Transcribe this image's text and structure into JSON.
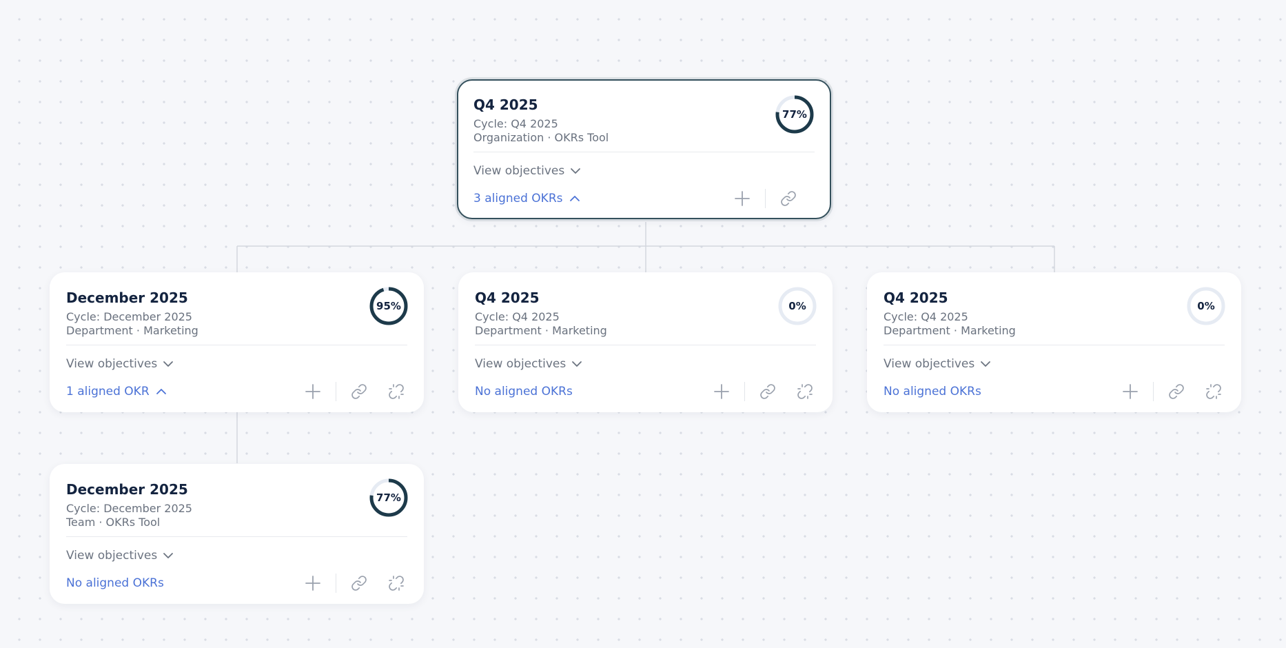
{
  "cards": [
    {
      "id": "root",
      "title": "Q4 2025",
      "cycle": "Cycle: Q4 2025",
      "scope": "Organization · OKRs Tool",
      "progress_label": "77%",
      "progress": 0.77,
      "view_objectives": "View objectives",
      "aligned": "3 aligned OKRs",
      "aligned_expanded": true,
      "actions": [
        "plus-icon",
        "link-icon"
      ]
    },
    {
      "id": "dept-dec",
      "title": "December 2025",
      "cycle": "Cycle: December 2025",
      "scope": "Department · Marketing",
      "progress_label": "95%",
      "progress": 0.95,
      "view_objectives": "View objectives",
      "aligned": "1 aligned OKR",
      "aligned_expanded": true,
      "actions": [
        "plus-icon",
        "link-icon",
        "unlink-icon"
      ]
    },
    {
      "id": "dept-q4-a",
      "title": "Q4 2025",
      "cycle": "Cycle: Q4 2025",
      "scope": "Department · Marketing",
      "progress_label": "0%",
      "progress": 0,
      "view_objectives": "View objectives",
      "aligned": "No aligned OKRs",
      "aligned_expanded": false,
      "actions": [
        "plus-icon",
        "link-icon",
        "unlink-icon"
      ]
    },
    {
      "id": "dept-q4-b",
      "title": "Q4 2025",
      "cycle": "Cycle: Q4 2025",
      "scope": "Department · Marketing",
      "progress_label": "0%",
      "progress": 0,
      "view_objectives": "View objectives",
      "aligned": "No aligned OKRs",
      "aligned_expanded": false,
      "actions": [
        "plus-icon",
        "link-icon",
        "unlink-icon"
      ]
    },
    {
      "id": "team-dec",
      "title": "December 2025",
      "cycle": "Cycle: December 2025",
      "scope": "Team · OKRs Tool",
      "progress_label": "77%",
      "progress": 0.77,
      "view_objectives": "View objectives",
      "aligned": "No aligned OKRs",
      "aligned_expanded": false,
      "actions": [
        "plus-icon",
        "link-icon",
        "unlink-icon"
      ]
    }
  ],
  "colors": {
    "progress_fill": "#1d3a4a",
    "progress_track": "#e6ebf3",
    "aligned_link": "#4b72d6",
    "connector": "#d3d7de",
    "icon": "#9aa1ad"
  }
}
